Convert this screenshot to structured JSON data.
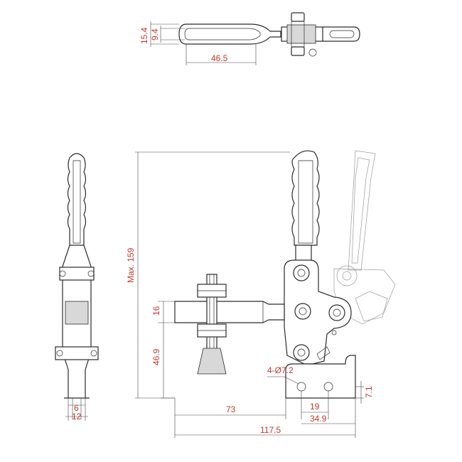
{
  "colors": {
    "dimension_text": "#c0392b",
    "line": "#2a2a2a",
    "ghost_line": "#9a9a9a"
  },
  "dimensions": {
    "top_width": "15.4",
    "top_slot": "9.4",
    "top_length": "46.5",
    "max_height": "Max. 159",
    "arm_thickness": "16",
    "arm_height": "46.9",
    "holes": "4-Ø7.2",
    "hole_offset": "7.1",
    "spindle_reach": "73",
    "hole_spacing": "19",
    "base_length": "34.9",
    "overall_length": "117.5",
    "side_inner": "6",
    "side_outer": "12"
  }
}
